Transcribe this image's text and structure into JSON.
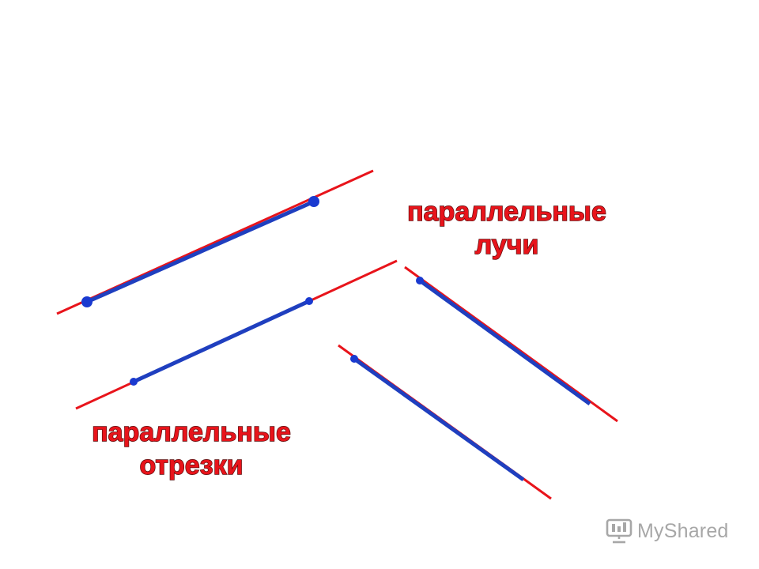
{
  "captions": {
    "rays_line1": "параллельные",
    "rays_line2": "лучи",
    "segments_line1": "параллельные",
    "segments_line2": "отрезки"
  },
  "watermark": {
    "text": "MyShared",
    "icon": "presentation-board-icon"
  },
  "colors": {
    "line": "#e8141b",
    "segment": "#1f3fbf",
    "point": "#1a3ad0",
    "caption_fill": "#e8141b",
    "caption_outline": "#5a0b0b",
    "watermark": "#8a8a8a"
  }
}
